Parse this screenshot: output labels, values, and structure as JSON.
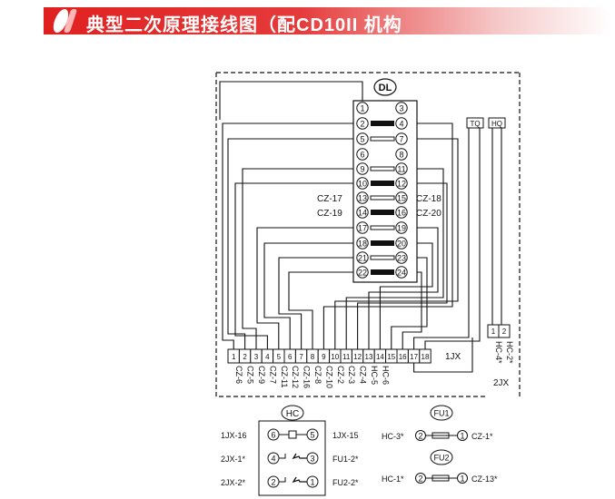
{
  "title": "典型二次原理接线图（配CD10II 机构",
  "dl": {
    "label": "DL",
    "left_terms": [
      "1",
      "2",
      "5",
      "6",
      "9",
      "10",
      "13",
      "14",
      "17",
      "18",
      "21",
      "22"
    ],
    "right_terms": [
      "3",
      "4",
      "7",
      "8",
      "11",
      "12",
      "15",
      "16",
      "19",
      "20",
      "23",
      "24"
    ],
    "cz_left": [
      "CZ-17",
      "CZ-19"
    ],
    "cz_right": [
      "CZ-18",
      "CZ-20"
    ]
  },
  "tq": "TQ",
  "hq": "HQ",
  "jx1": {
    "label": "1JX",
    "terms": [
      "1",
      "2",
      "3",
      "4",
      "5",
      "6",
      "7",
      "8",
      "9",
      "10",
      "11",
      "12",
      "13",
      "14",
      "15",
      "16",
      "17",
      "18"
    ],
    "bottom_labels": [
      "CZ-6",
      "CZ-5",
      "CZ-9",
      "CZ-7",
      "CZ-11",
      "CZ-12",
      "CZ-16",
      "CZ-8",
      "CZ-10",
      "CZ-2",
      "CZ-3",
      "CZ-4",
      "HC-5",
      "HC-6"
    ]
  },
  "jx2": {
    "label": "2JX",
    "terms": [
      "1",
      "2"
    ],
    "bottom_labels": [
      "HC-4*",
      "HC-2*"
    ]
  },
  "hc": {
    "label": "HC",
    "rows": [
      {
        "left": "1JX-16",
        "a": "6",
        "b": "5",
        "right": "1JX-15"
      },
      {
        "left": "2JX-1*",
        "a": "4",
        "b": "3",
        "right": "FU1-2*"
      },
      {
        "left": "2JX-2*",
        "a": "2",
        "b": "1",
        "right": "FU2-2*"
      }
    ]
  },
  "fu1": {
    "label": "FU1",
    "left": "HC-3*",
    "a": "2",
    "b": "1",
    "right": "CZ-1*"
  },
  "fu2": {
    "label": "FU2",
    "left": "HC-1*",
    "a": "2",
    "b": "1",
    "right": "CZ-13*"
  }
}
